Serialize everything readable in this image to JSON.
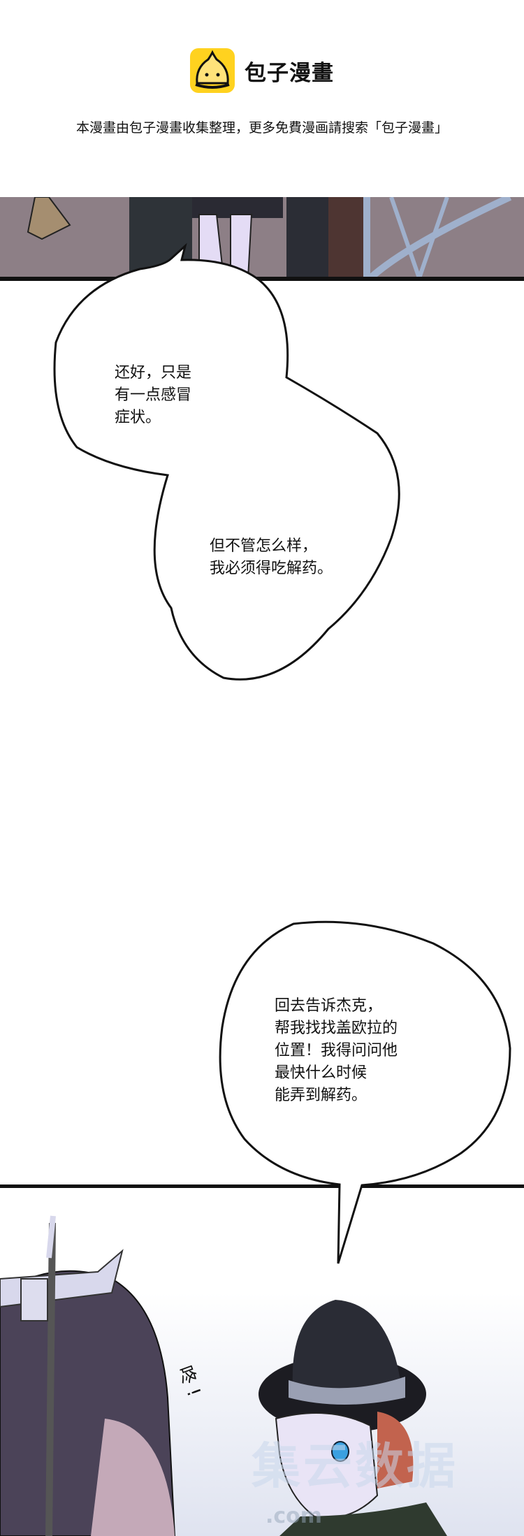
{
  "header": {
    "brand_name": "包子漫畫",
    "logo_color": "#ffd21f",
    "notice": "本漫畫由包子漫畫收集整理，更多免費漫画請搜索「包子漫畫」"
  },
  "bubbles": [
    {
      "text": "还好，只是\n有一点感冒\n症状。"
    },
    {
      "text": "但不管怎么样，\n我必须得吃解药。"
    },
    {
      "text": "回去告诉杰克，\n帮我找找盖欧拉的\n位置！我得问问他\n最快什么时候\n能弄到解药。"
    }
  ],
  "sound_effect": "咚 !",
  "watermark": {
    "text": "集云数据",
    "url": ".com"
  }
}
